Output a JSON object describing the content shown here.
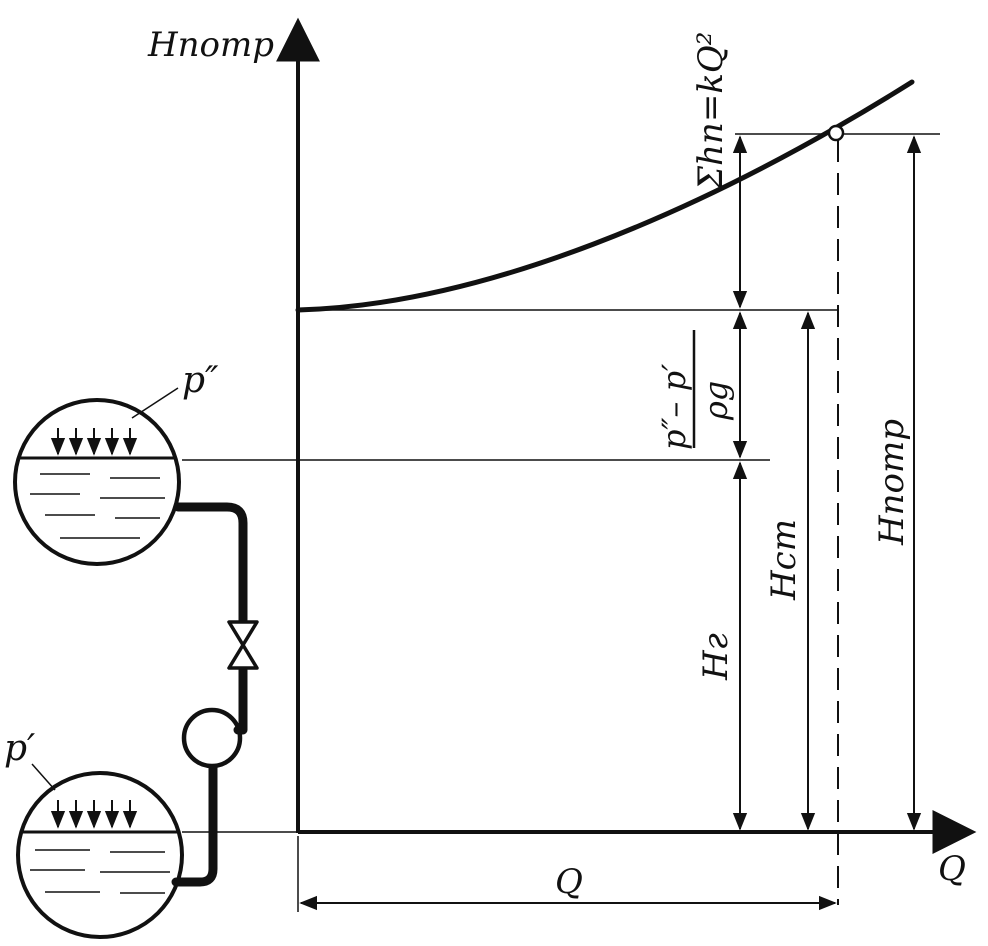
{
  "diagram": {
    "y_axis_label": "Нпотр",
    "x_axis_label": "Q",
    "curve_label": "Σhп=kQ²",
    "dim_label_total": "Нпотр",
    "dim_label_static": "Нст",
    "dim_label_geometric": "Нг",
    "dim_label_pressure_numerator": "p″– p′",
    "dim_label_pressure_denominator": "ρg",
    "dim_label_flow": "Q",
    "upper_tank_pressure": "p″",
    "lower_tank_pressure": "p′"
  },
  "colors": {
    "ink": "#111111",
    "paper": "#ffffff"
  }
}
